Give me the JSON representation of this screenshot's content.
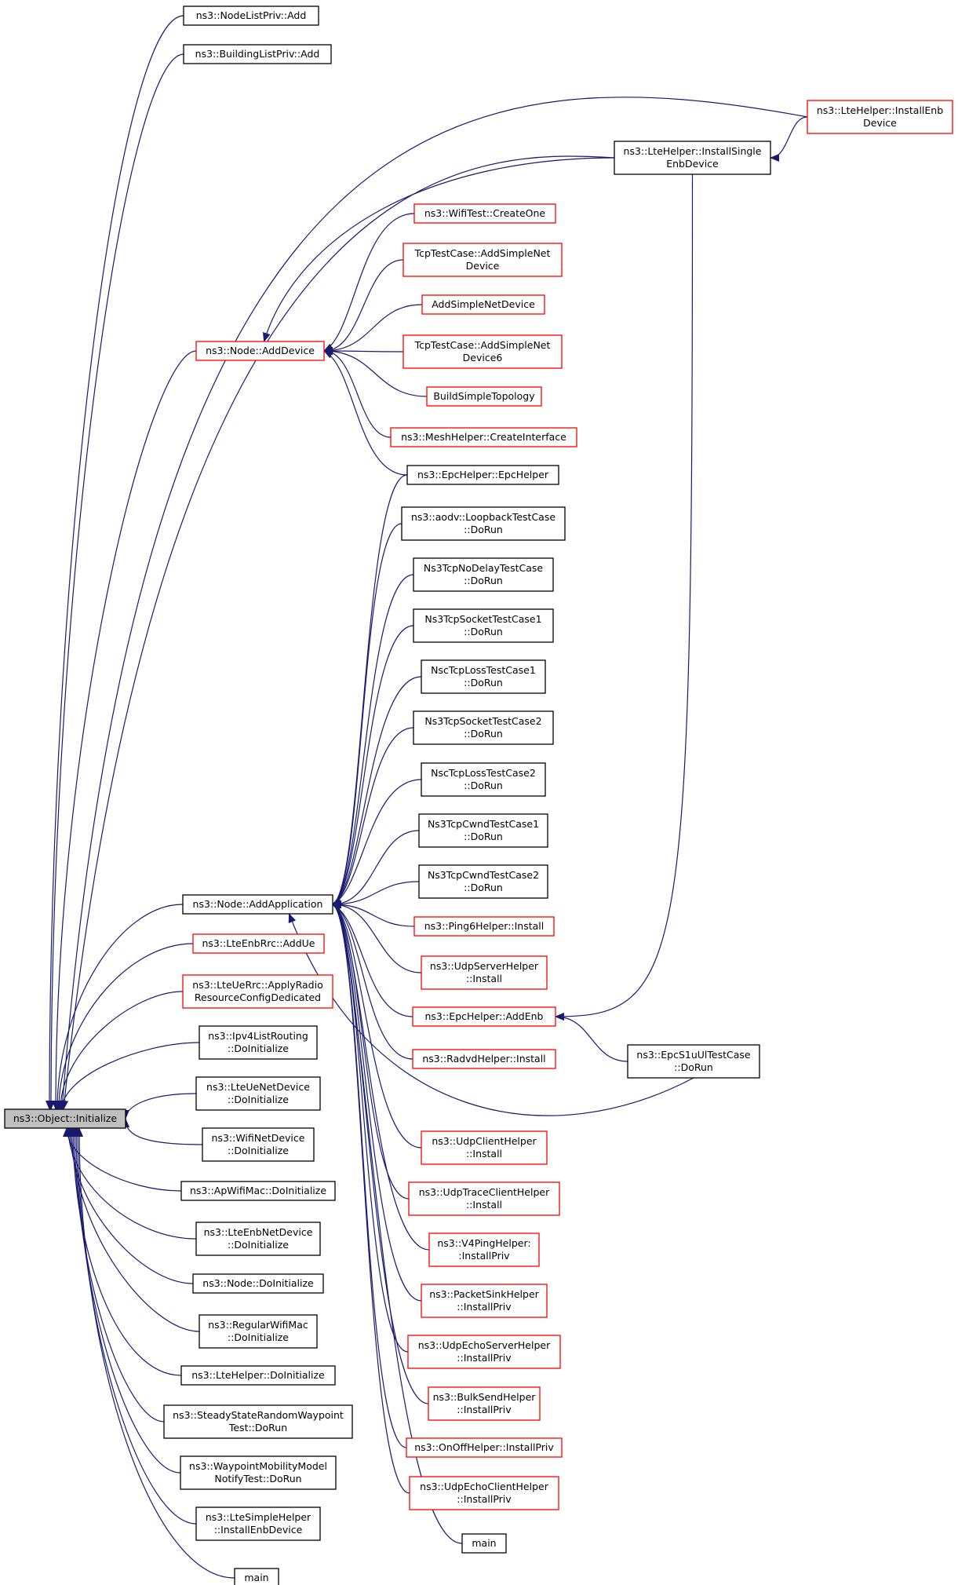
{
  "colors": {
    "edge": "#191970",
    "box_border_default": "#000000",
    "box_border_truncated": "#ff0000",
    "box_fill_focus": "#bfbfbf",
    "box_fill_default": "#ffffff"
  },
  "nodes": [
    {
      "id": "initialize",
      "lines": [
        "ns3::Object::Initialize"
      ],
      "style": "focus"
    },
    {
      "id": "nodelist_add",
      "lines": [
        "ns3::NodeListPriv::Add"
      ],
      "style": "black"
    },
    {
      "id": "buildinglist_add",
      "lines": [
        "ns3::BuildingListPriv::Add"
      ],
      "style": "black"
    },
    {
      "id": "install_enb_device",
      "lines": [
        "ns3::LteHelper::InstallEnb",
        "Device"
      ],
      "style": "red"
    },
    {
      "id": "install_single_enb_device",
      "lines": [
        "ns3::LteHelper::InstallSingle",
        "EnbDevice"
      ],
      "style": "black"
    },
    {
      "id": "wifitest_createone",
      "lines": [
        "ns3::WifiTest::CreateOne"
      ],
      "style": "red"
    },
    {
      "id": "tcptestcase_addsimplenetdevice",
      "lines": [
        "TcpTestCase::AddSimpleNet",
        "Device"
      ],
      "style": "red"
    },
    {
      "id": "addsimplenetdevice",
      "lines": [
        "AddSimpleNetDevice"
      ],
      "style": "red"
    },
    {
      "id": "node_adddevice",
      "lines": [
        "ns3::Node::AddDevice"
      ],
      "style": "red"
    },
    {
      "id": "tcptestcase_addsimplenetdevice6",
      "lines": [
        "TcpTestCase::AddSimpleNet",
        "Device6"
      ],
      "style": "red"
    },
    {
      "id": "buildsimpletopology",
      "lines": [
        "BuildSimpleTopology"
      ],
      "style": "red"
    },
    {
      "id": "meshhelper_createinterface",
      "lines": [
        "ns3::MeshHelper::CreateInterface"
      ],
      "style": "red"
    },
    {
      "id": "epchelper_epchelper",
      "lines": [
        "ns3::EpcHelper::EpcHelper"
      ],
      "style": "black"
    },
    {
      "id": "aodv_loopback_dorun",
      "lines": [
        "ns3::aodv::LoopbackTestCase",
        "::DoRun"
      ],
      "style": "black"
    },
    {
      "id": "ns3tcpnodelay_dorun",
      "lines": [
        "Ns3TcpNoDelayTestCase",
        "::DoRun"
      ],
      "style": "black"
    },
    {
      "id": "ns3tcpsocket1_dorun",
      "lines": [
        "Ns3TcpSocketTestCase1",
        "::DoRun"
      ],
      "style": "black"
    },
    {
      "id": "nsctcploss1_dorun",
      "lines": [
        "NscTcpLossTestCase1",
        "::DoRun"
      ],
      "style": "black"
    },
    {
      "id": "ns3tcpsocket2_dorun",
      "lines": [
        "Ns3TcpSocketTestCase2",
        "::DoRun"
      ],
      "style": "black"
    },
    {
      "id": "nsctcploss2_dorun",
      "lines": [
        "NscTcpLossTestCase2",
        "::DoRun"
      ],
      "style": "black"
    },
    {
      "id": "ns3tcpcwnd1_dorun",
      "lines": [
        "Ns3TcpCwndTestCase1",
        "::DoRun"
      ],
      "style": "black"
    },
    {
      "id": "node_addapplication",
      "lines": [
        "ns3::Node::AddApplication"
      ],
      "style": "black"
    },
    {
      "id": "ns3tcpcwnd2_dorun",
      "lines": [
        "Ns3TcpCwndTestCase2",
        "::DoRun"
      ],
      "style": "black"
    },
    {
      "id": "ping6helper_install",
      "lines": [
        "ns3::Ping6Helper::Install"
      ],
      "style": "red"
    },
    {
      "id": "lteenbrrc_addue",
      "lines": [
        "ns3::LteEnbRrc::AddUe"
      ],
      "style": "red"
    },
    {
      "id": "udpserverhelper_install",
      "lines": [
        "ns3::UdpServerHelper",
        "::Install"
      ],
      "style": "red"
    },
    {
      "id": "lteuerrc_applyradio",
      "lines": [
        "ns3::LteUeRrc::ApplyRadio",
        "ResourceConfigDedicated"
      ],
      "style": "red"
    },
    {
      "id": "epchelper_addenb",
      "lines": [
        "ns3::EpcHelper::AddEnb"
      ],
      "style": "red"
    },
    {
      "id": "ipv4listrouting_doinitialize",
      "lines": [
        "ns3::Ipv4ListRouting",
        "::DoInitialize"
      ],
      "style": "black"
    },
    {
      "id": "epcs1uultestcase_dorun",
      "lines": [
        "ns3::EpcS1uUlTestCase",
        "::DoRun"
      ],
      "style": "black"
    },
    {
      "id": "radvdhelper_install",
      "lines": [
        "ns3::RadvdHelper::Install"
      ],
      "style": "red"
    },
    {
      "id": "lteuenetdevice_doinitialize",
      "lines": [
        "ns3::LteUeNetDevice",
        "::DoInitialize"
      ],
      "style": "black"
    },
    {
      "id": "wifinetdevice_doinitialize",
      "lines": [
        "ns3::WifiNetDevice",
        "::DoInitialize"
      ],
      "style": "black"
    },
    {
      "id": "udpclienthelper_install",
      "lines": [
        "ns3::UdpClientHelper",
        "::Install"
      ],
      "style": "red"
    },
    {
      "id": "apwifimac_doinitialize",
      "lines": [
        "ns3::ApWifiMac::DoInitialize"
      ],
      "style": "black"
    },
    {
      "id": "udptraceclienthelper_install",
      "lines": [
        "ns3::UdpTraceClientHelper",
        "::Install"
      ],
      "style": "red"
    },
    {
      "id": "lteenbnetdevice_doinitialize",
      "lines": [
        "ns3::LteEnbNetDevice",
        "::DoInitialize"
      ],
      "style": "black"
    },
    {
      "id": "v4pinghelper_installpriv",
      "lines": [
        "ns3::V4PingHelper:",
        ":InstallPriv"
      ],
      "style": "red"
    },
    {
      "id": "node_doinitialize",
      "lines": [
        "ns3::Node::DoInitialize"
      ],
      "style": "black"
    },
    {
      "id": "packetsinkhelper_installpriv",
      "lines": [
        "ns3::PacketSinkHelper",
        "::InstallPriv"
      ],
      "style": "red"
    },
    {
      "id": "regularwifimac_doinitialize",
      "lines": [
        "ns3::RegularWifiMac",
        "::DoInitialize"
      ],
      "style": "black"
    },
    {
      "id": "udpechoserverhelper_installpriv",
      "lines": [
        "ns3::UdpEchoServerHelper",
        "::InstallPriv"
      ],
      "style": "red"
    },
    {
      "id": "ltehelper_doinitialize",
      "lines": [
        "ns3::LteHelper::DoInitialize"
      ],
      "style": "black"
    },
    {
      "id": "bulksendhelper_installpriv",
      "lines": [
        "ns3::BulkSendHelper",
        "::InstallPriv"
      ],
      "style": "red"
    },
    {
      "id": "steadystate_dorun",
      "lines": [
        "ns3::SteadyStateRandomWaypoint",
        "Test::DoRun"
      ],
      "style": "black"
    },
    {
      "id": "onoffhelper_installpriv",
      "lines": [
        "ns3::OnOffHelper::InstallPriv"
      ],
      "style": "red"
    },
    {
      "id": "waypointmobility_dorun",
      "lines": [
        "ns3::WaypointMobilityModel",
        "NotifyTest::DoRun"
      ],
      "style": "black"
    },
    {
      "id": "udpechoclienthelper_installpriv",
      "lines": [
        "ns3::UdpEchoClientHelper",
        "::InstallPriv"
      ],
      "style": "red"
    },
    {
      "id": "ltesimplehelper_installenbdevice",
      "lines": [
        "ns3::LteSimpleHelper",
        "::InstallEnbDevice"
      ],
      "style": "black"
    },
    {
      "id": "main_app",
      "lines": [
        "main"
      ],
      "style": "black"
    },
    {
      "id": "main_init",
      "lines": [
        "main"
      ],
      "style": "black"
    }
  ],
  "edges": [
    {
      "from": "nodelist_add",
      "to": "initialize"
    },
    {
      "from": "buildinglist_add",
      "to": "initialize"
    },
    {
      "from": "install_enb_device",
      "to": "initialize"
    },
    {
      "from": "install_single_enb_device",
      "to": "initialize"
    },
    {
      "from": "node_adddevice",
      "to": "initialize"
    },
    {
      "from": "node_addapplication",
      "to": "initialize"
    },
    {
      "from": "lteenbrrc_addue",
      "to": "initialize"
    },
    {
      "from": "lteuerrc_applyradio",
      "to": "initialize"
    },
    {
      "from": "ipv4listrouting_doinitialize",
      "to": "initialize"
    },
    {
      "from": "lteuenetdevice_doinitialize",
      "to": "initialize"
    },
    {
      "from": "wifinetdevice_doinitialize",
      "to": "initialize"
    },
    {
      "from": "apwifimac_doinitialize",
      "to": "initialize"
    },
    {
      "from": "lteenbnetdevice_doinitialize",
      "to": "initialize"
    },
    {
      "from": "node_doinitialize",
      "to": "initialize"
    },
    {
      "from": "regularwifimac_doinitialize",
      "to": "initialize"
    },
    {
      "from": "ltehelper_doinitialize",
      "to": "initialize"
    },
    {
      "from": "steadystate_dorun",
      "to": "initialize"
    },
    {
      "from": "waypointmobility_dorun",
      "to": "initialize"
    },
    {
      "from": "ltesimplehelper_installenbdevice",
      "to": "initialize"
    },
    {
      "from": "main_init",
      "to": "initialize"
    },
    {
      "from": "install_enb_device",
      "to": "install_single_enb_device"
    },
    {
      "from": "install_single_enb_device",
      "to": "node_adddevice"
    },
    {
      "from": "wifitest_createone",
      "to": "node_adddevice"
    },
    {
      "from": "tcptestcase_addsimplenetdevice",
      "to": "node_adddevice"
    },
    {
      "from": "addsimplenetdevice",
      "to": "node_adddevice"
    },
    {
      "from": "tcptestcase_addsimplenetdevice6",
      "to": "node_adddevice"
    },
    {
      "from": "buildsimpletopology",
      "to": "node_adddevice"
    },
    {
      "from": "meshhelper_createinterface",
      "to": "node_adddevice"
    },
    {
      "from": "epchelper_epchelper",
      "to": "node_adddevice"
    },
    {
      "from": "epchelper_epchelper",
      "to": "node_addapplication"
    },
    {
      "from": "aodv_loopback_dorun",
      "to": "node_addapplication"
    },
    {
      "from": "ns3tcpnodelay_dorun",
      "to": "node_addapplication"
    },
    {
      "from": "ns3tcpsocket1_dorun",
      "to": "node_addapplication"
    },
    {
      "from": "nsctcploss1_dorun",
      "to": "node_addapplication"
    },
    {
      "from": "ns3tcpsocket2_dorun",
      "to": "node_addapplication"
    },
    {
      "from": "nsctcploss2_dorun",
      "to": "node_addapplication"
    },
    {
      "from": "ns3tcpcwnd1_dorun",
      "to": "node_addapplication"
    },
    {
      "from": "ns3tcpcwnd2_dorun",
      "to": "node_addapplication"
    },
    {
      "from": "ping6helper_install",
      "to": "node_addapplication"
    },
    {
      "from": "udpserverhelper_install",
      "to": "node_addapplication"
    },
    {
      "from": "epchelper_addenb",
      "to": "node_addapplication"
    },
    {
      "from": "radvdhelper_install",
      "to": "node_addapplication"
    },
    {
      "from": "epcs1uultestcase_dorun",
      "to": "node_addapplication"
    },
    {
      "from": "udpclienthelper_install",
      "to": "node_addapplication"
    },
    {
      "from": "udptraceclienthelper_install",
      "to": "node_addapplication"
    },
    {
      "from": "v4pinghelper_installpriv",
      "to": "node_addapplication"
    },
    {
      "from": "packetsinkhelper_installpriv",
      "to": "node_addapplication"
    },
    {
      "from": "udpechoserverhelper_installpriv",
      "to": "node_addapplication"
    },
    {
      "from": "bulksendhelper_installpriv",
      "to": "node_addapplication"
    },
    {
      "from": "onoffhelper_installpriv",
      "to": "node_addapplication"
    },
    {
      "from": "udpechoclienthelper_installpriv",
      "to": "node_addapplication"
    },
    {
      "from": "main_app",
      "to": "node_addapplication"
    },
    {
      "from": "install_single_enb_device",
      "to": "epchelper_addenb"
    },
    {
      "from": "epcs1uultestcase_dorun",
      "to": "epchelper_addenb"
    }
  ]
}
